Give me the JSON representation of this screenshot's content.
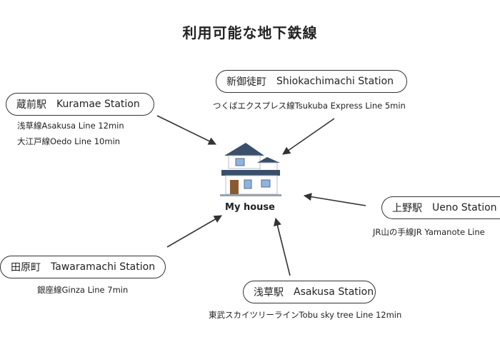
{
  "title": "利用可能な地下鉄線",
  "house": {
    "label": "My house",
    "icon": "house-icon"
  },
  "stations": [
    {
      "id": "kuramae",
      "jp": "蔵前駅",
      "en": "Kuramae Station",
      "lines": [
        "浅草線Asakusa Line 12min",
        "大江戸線Oedo Line 10min"
      ]
    },
    {
      "id": "shinokachimachi",
      "jp": "新御徒町",
      "en": "Shiokachimachi Station",
      "lines": [
        "つくばエクスプレス線Tsukuba Express Line 5min"
      ]
    },
    {
      "id": "ueno",
      "jp": "上野駅",
      "en": "Ueno Station",
      "lines": [
        "JR山の手線JR Yamanote Line"
      ]
    },
    {
      "id": "tawaramachi",
      "jp": "田原町",
      "en": "Tawaramachi Station",
      "lines": [
        "銀座線Ginza Line 7min"
      ]
    },
    {
      "id": "asakusa",
      "jp": "浅草駅",
      "en": "Asakusa Station",
      "lines": [
        "東武スカイツリーラインTobu sky tree Line 12min"
      ]
    }
  ]
}
